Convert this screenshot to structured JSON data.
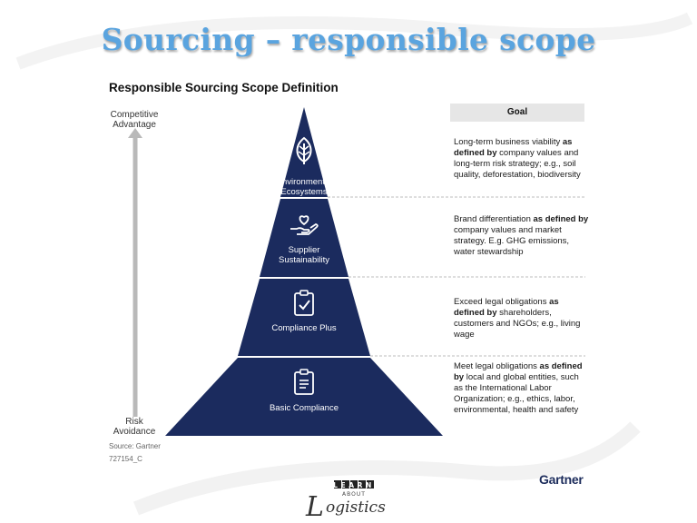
{
  "title": "Sourcing – responsible scope",
  "subtitle": "Responsible Sourcing Scope Definition",
  "axis": {
    "top_label_line1": "Competitive",
    "top_label_line2": "Advantage",
    "bottom_label_line1": "Risk",
    "bottom_label_line2": "Avoidance"
  },
  "goal_header": "Goal",
  "levels": [
    {
      "label_line1": "Environmental",
      "label_line2": "Ecosystems",
      "icon": "leaf-icon",
      "goal_pre": "Long-term business viability",
      "goal_bold": "as defined by",
      "goal_post": "company values and long-term risk strategy; e.g., soil quality, deforestation, biodiversity"
    },
    {
      "label_line1": "Supplier",
      "label_line2": "Sustainability",
      "icon": "hand-heart-icon",
      "goal_pre": "Brand differentiation",
      "goal_bold": "as defined by",
      "goal_post": "company values and market strategy. E.g. GHG emissions, water stewardship"
    },
    {
      "label_line1": "Compliance Plus",
      "label_line2": "",
      "icon": "clipboard-check-icon",
      "goal_pre": "Exceed legal obligations",
      "goal_bold": "as defined by",
      "goal_post": "shareholders, customers and NGOs; e.g., living wage"
    },
    {
      "label_line1": "Basic Compliance",
      "label_line2": "",
      "icon": "clipboard-list-icon",
      "goal_pre": "Meet legal obligations",
      "goal_bold": "as defined by",
      "goal_post": "local and global entities, such as the International Labor Organization; e.g., ethics, labor, environmental, health and safety"
    }
  ],
  "source": "Source: Gartner",
  "doc_id": "727154_C",
  "brand": "Gartner",
  "logo": {
    "top": "LEARN",
    "middle": "ABOUT",
    "bottom": "ogistics",
    "initial": "L"
  },
  "colors": {
    "title": "#5aa4df",
    "pyramid": "#1b2b5e",
    "arrow": "#b9b9b9",
    "goal_header_bg": "#e6e6e6"
  }
}
